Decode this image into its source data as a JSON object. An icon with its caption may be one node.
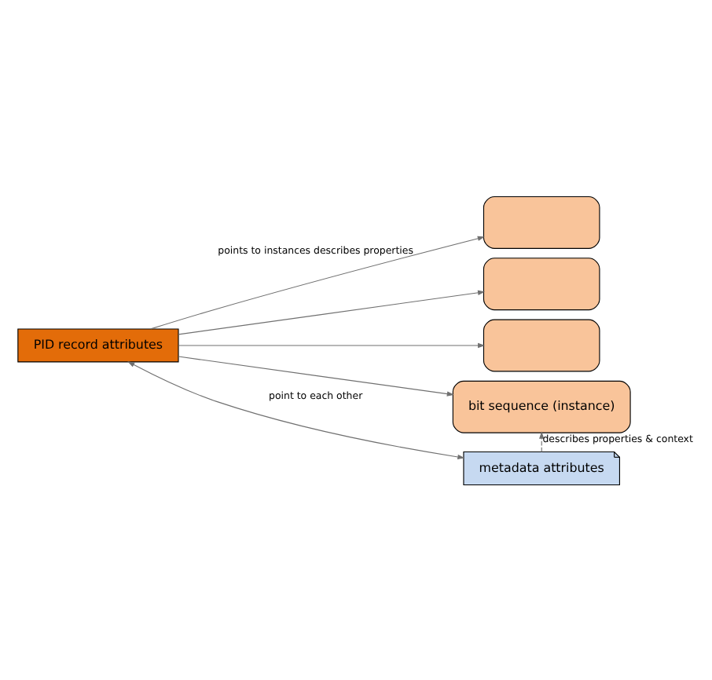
{
  "diagram": {
    "nodes": [
      {
        "text": [],
        "shape": "box"
      },
      {
        "text": [],
        "shape": "box"
      },
      {
        "text": [],
        "shape": "box"
      },
      {
        "text": [
          "bit sequence (instance)"
        ]
      },
      {
        "text": [
          "PID record attributes"
        ]
      },
      {
        "text": [
          "metadata attributes"
        ]
      }
    ],
    "edges": [
      {
        "from": 4,
        "to": 0,
        "arrow": "to",
        "label": "points to instances describes properties"
      },
      {
        "from": 4,
        "to": 1,
        "arrow": "to"
      },
      {
        "from": 4,
        "to": 2,
        "arrow": "to"
      },
      {
        "from": 4,
        "to": 3,
        "arrow": "to"
      },
      {
        "from": 4,
        "to": 5,
        "arrow": "both",
        "label": "point to each other"
      },
      {
        "from": 5,
        "to": 3,
        "arrow": "to",
        "style": "dashed",
        "label": "describes properties & context"
      }
    ]
  }
}
